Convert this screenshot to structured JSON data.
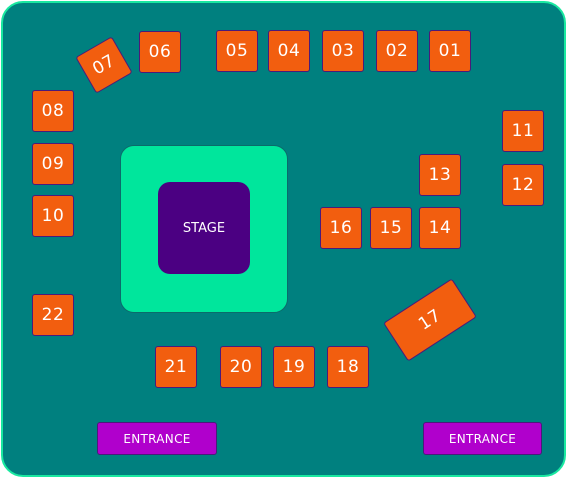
{
  "stage": {
    "label": "STAGE"
  },
  "tables": {
    "t01": "01",
    "t02": "02",
    "t03": "03",
    "t04": "04",
    "t05": "05",
    "t06": "06",
    "t07": "07",
    "t08": "08",
    "t09": "09",
    "t10": "10",
    "t11": "11",
    "t12": "12",
    "t13": "13",
    "t14": "14",
    "t15": "15",
    "t16": "16",
    "t17": "17",
    "t18": "18",
    "t19": "19",
    "t20": "20",
    "t21": "21",
    "t22": "22"
  },
  "entrances": {
    "left": "ENTRANCE",
    "right": "ENTRANCE"
  },
  "colors": {
    "floor": "#00807f",
    "floor_border": "#19e8a0",
    "stage_platform": "#00e69c",
    "stage": "#4b0082",
    "table": "#f25e0f",
    "entrance": "#b000cc"
  }
}
